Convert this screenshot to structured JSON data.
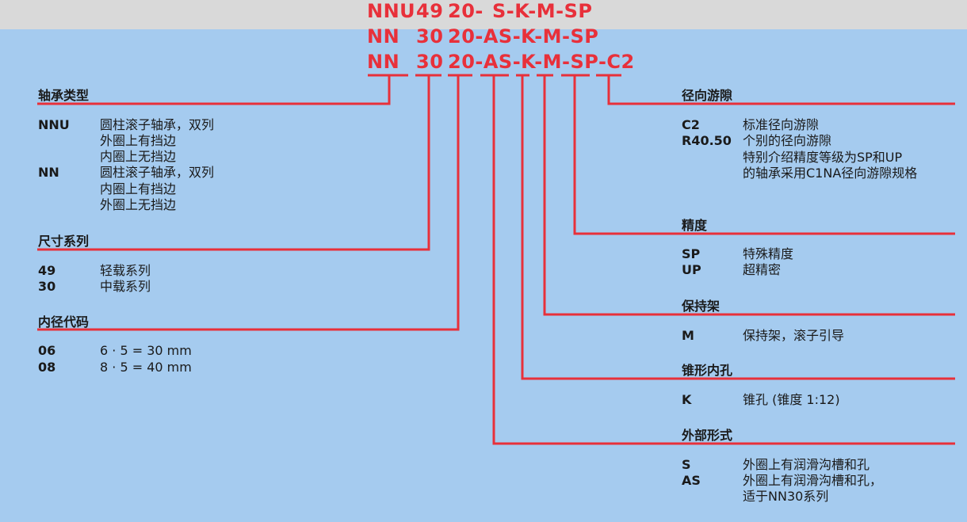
{
  "codes": [
    [
      "NNU",
      "49",
      "20-",
      "S-K-M-SP"
    ],
    [
      "NN",
      "30",
      "20-AS-K-M-SP"
    ],
    [
      "NN",
      "30",
      "20-AS-K-M-SP-C2"
    ]
  ],
  "left": [
    {
      "title": "轴承类型",
      "items": [
        {
          "key": "NNU",
          "lines": [
            "圆柱滚子轴承，双列",
            "外圈上有挡边",
            "内圈上无挡边"
          ]
        },
        {
          "key": "NN",
          "lines": [
            "圆柱滚子轴承，双列",
            "内圈上有挡边",
            "外圈上无挡边"
          ]
        }
      ]
    },
    {
      "title": "尺寸系列",
      "items": [
        {
          "key": "49",
          "lines": [
            "轻载系列"
          ]
        },
        {
          "key": "30",
          "lines": [
            "中载系列"
          ]
        }
      ]
    },
    {
      "title": "内径代码",
      "items": [
        {
          "key": "06",
          "lines": [
            "6 · 5 = 30 mm"
          ]
        },
        {
          "key": "08",
          "lines": [
            "8 · 5 = 40 mm"
          ]
        }
      ]
    }
  ],
  "right": [
    {
      "title": "径向游隙",
      "items": [
        {
          "key": "C2",
          "lines": [
            "标准径向游隙"
          ]
        },
        {
          "key": "R40.50",
          "lines": [
            "个别的径向游隙",
            "特别介绍精度等级为SP和UP",
            "的轴承采用C1NA径向游隙规格"
          ]
        }
      ]
    },
    {
      "title": "精度",
      "items": [
        {
          "key": "SP",
          "lines": [
            "特殊精度"
          ]
        },
        {
          "key": "UP",
          "lines": [
            "超精密"
          ]
        }
      ]
    },
    {
      "title": "保持架",
      "items": [
        {
          "key": "M",
          "lines": [
            "保持架，滚子引导"
          ]
        }
      ]
    },
    {
      "title": "锥形内孔",
      "items": [
        {
          "key": "K",
          "lines": [
            "锥孔 (锥度 1:12)"
          ]
        }
      ]
    },
    {
      "title": "外部形式",
      "items": [
        {
          "key": "S",
          "lines": [
            "外圈上有润滑沟槽和孔"
          ]
        },
        {
          "key": "AS",
          "lines": [
            "外圈上有润滑沟槽和孔，",
            "适于NN30系列"
          ]
        }
      ]
    }
  ],
  "colors": {
    "line": "#e8303a",
    "background": "#a5cbef",
    "band": "#d9d9d9",
    "code": "#e8303a"
  }
}
